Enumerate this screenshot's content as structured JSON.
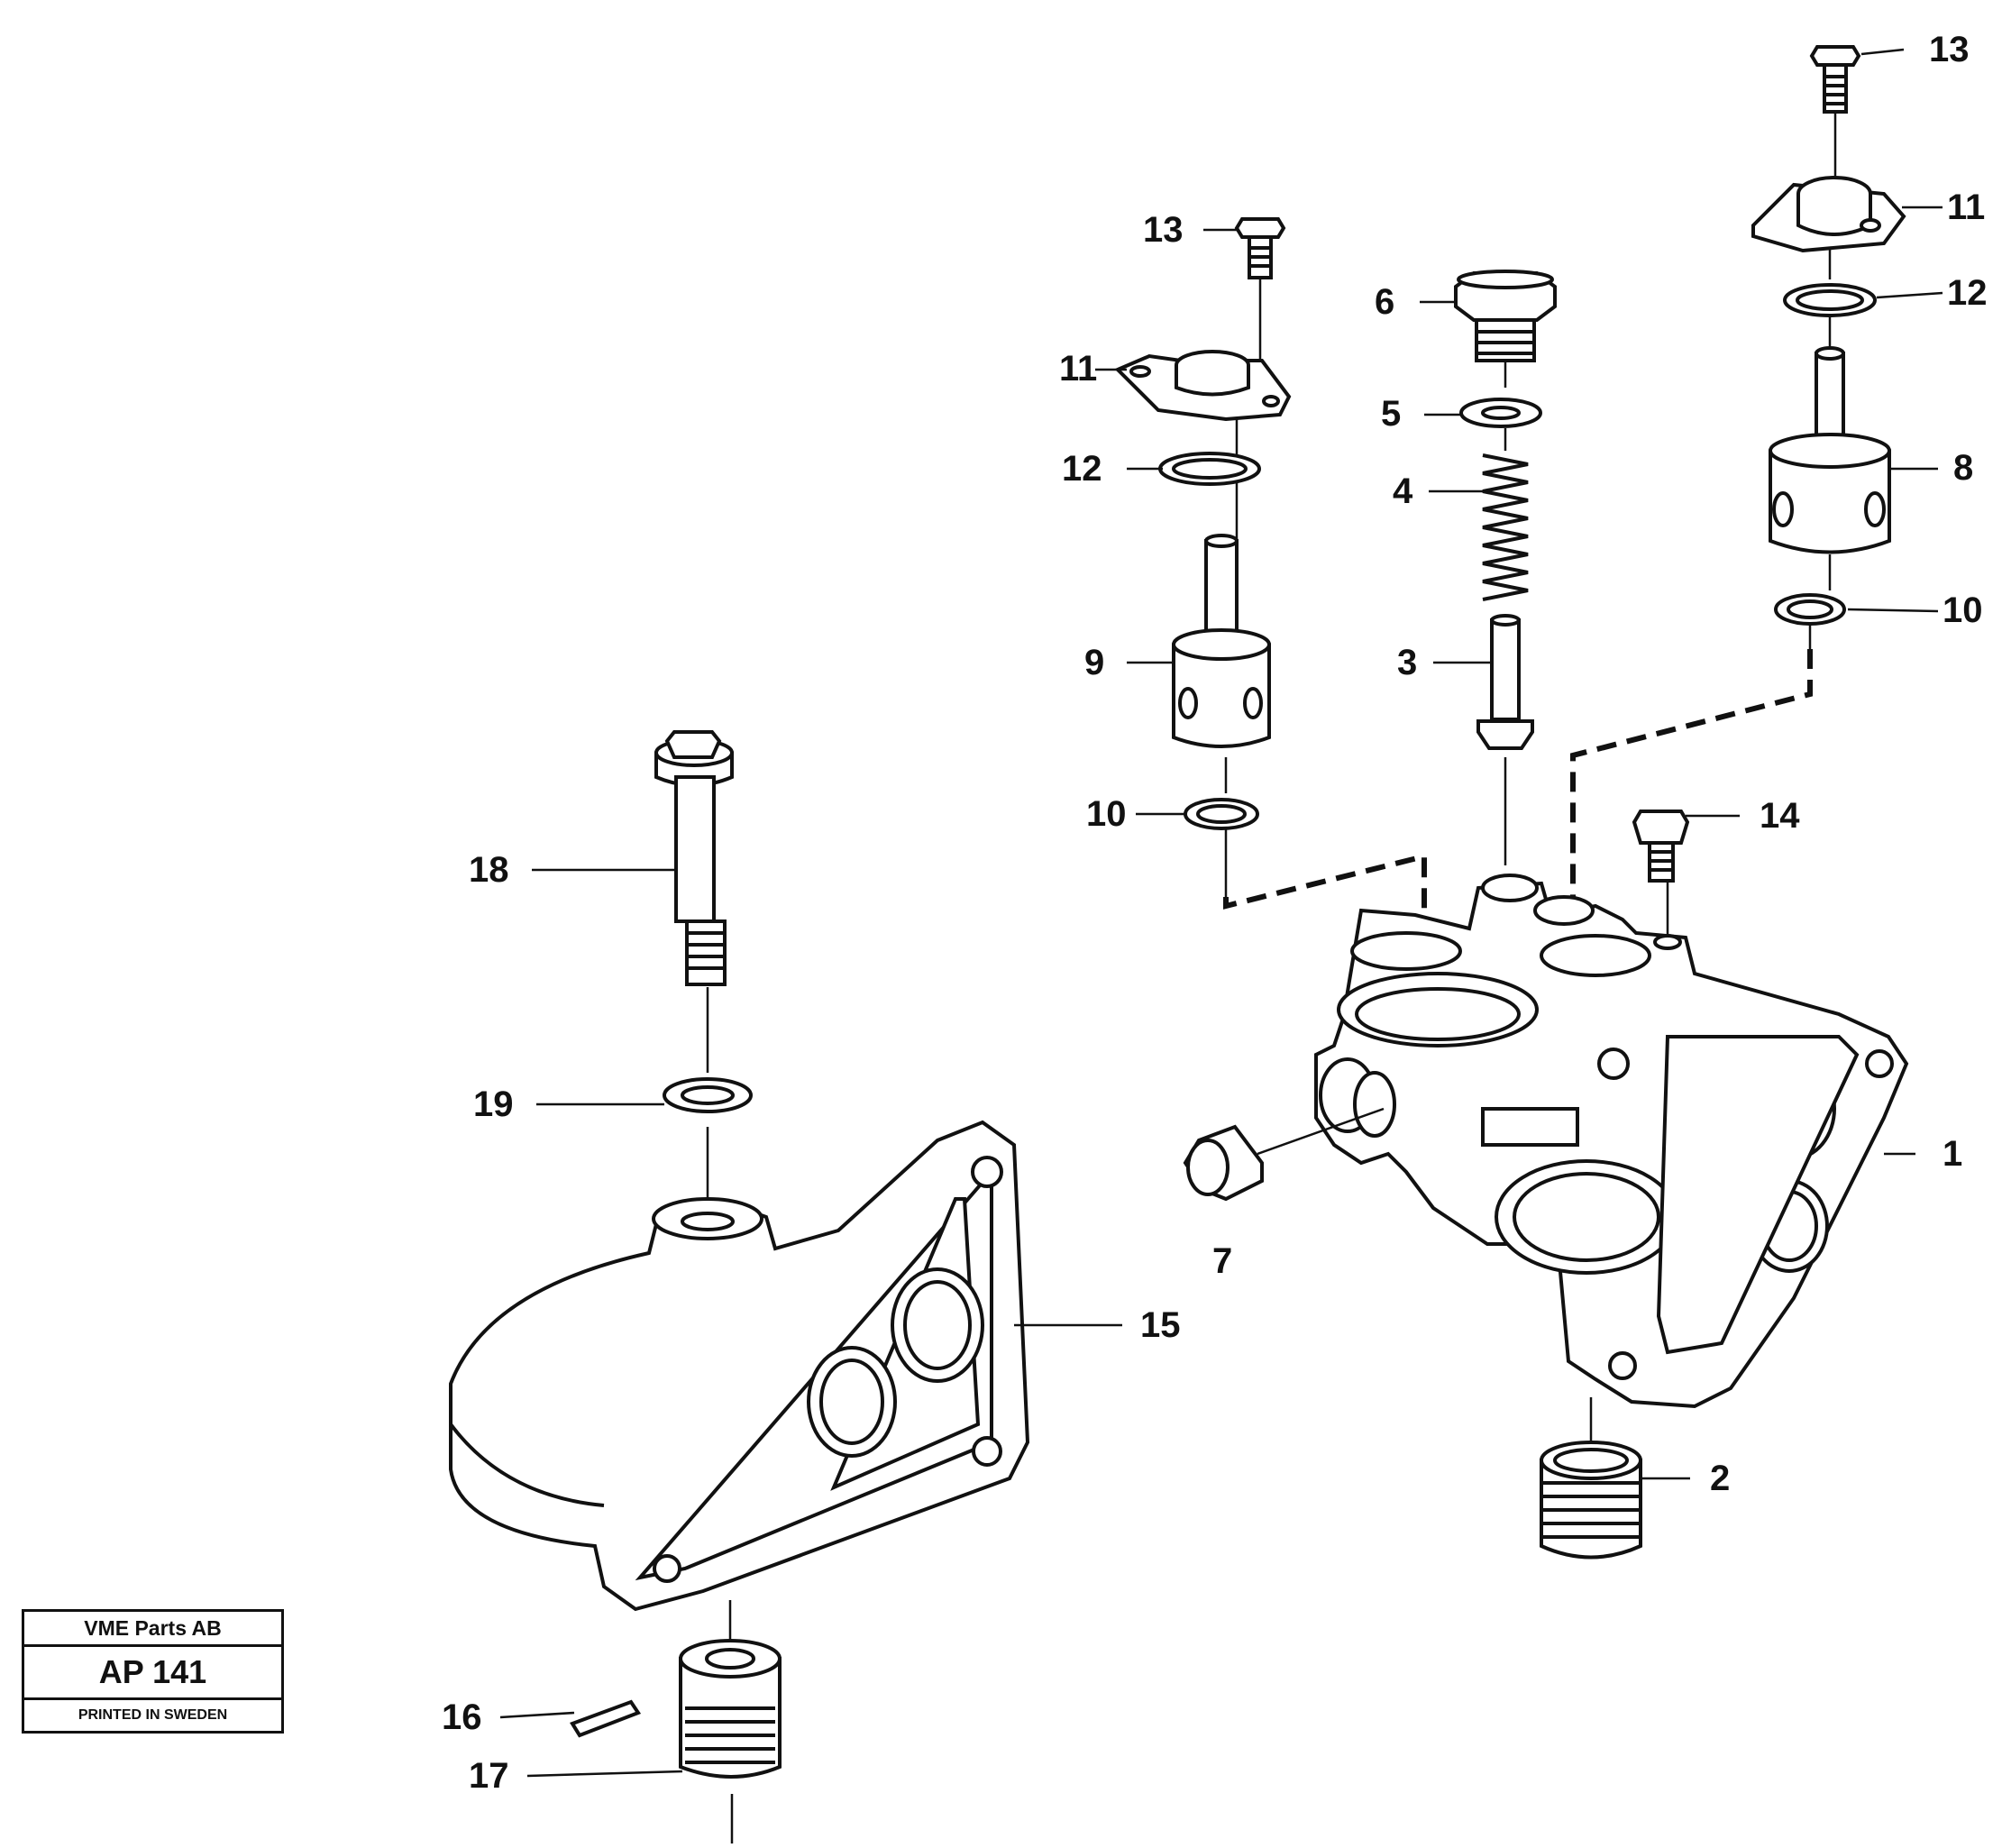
{
  "callouts": {
    "c1": "1",
    "c2": "2",
    "c3": "3",
    "c4": "4",
    "c5": "5",
    "c6": "6",
    "c7": "7",
    "c8": "8",
    "c9": "9",
    "c10a": "10",
    "c10b": "10",
    "c11a": "11",
    "c11b": "11",
    "c12a": "12",
    "c12b": "12",
    "c13a": "13",
    "c13b": "13",
    "c14": "14",
    "c15": "15",
    "c16": "16",
    "c17": "17",
    "c18": "18",
    "c19": "19"
  },
  "title_block": {
    "company": "VME Parts AB",
    "code": "AP 141",
    "printed": "PRINTED IN SWEDEN"
  }
}
